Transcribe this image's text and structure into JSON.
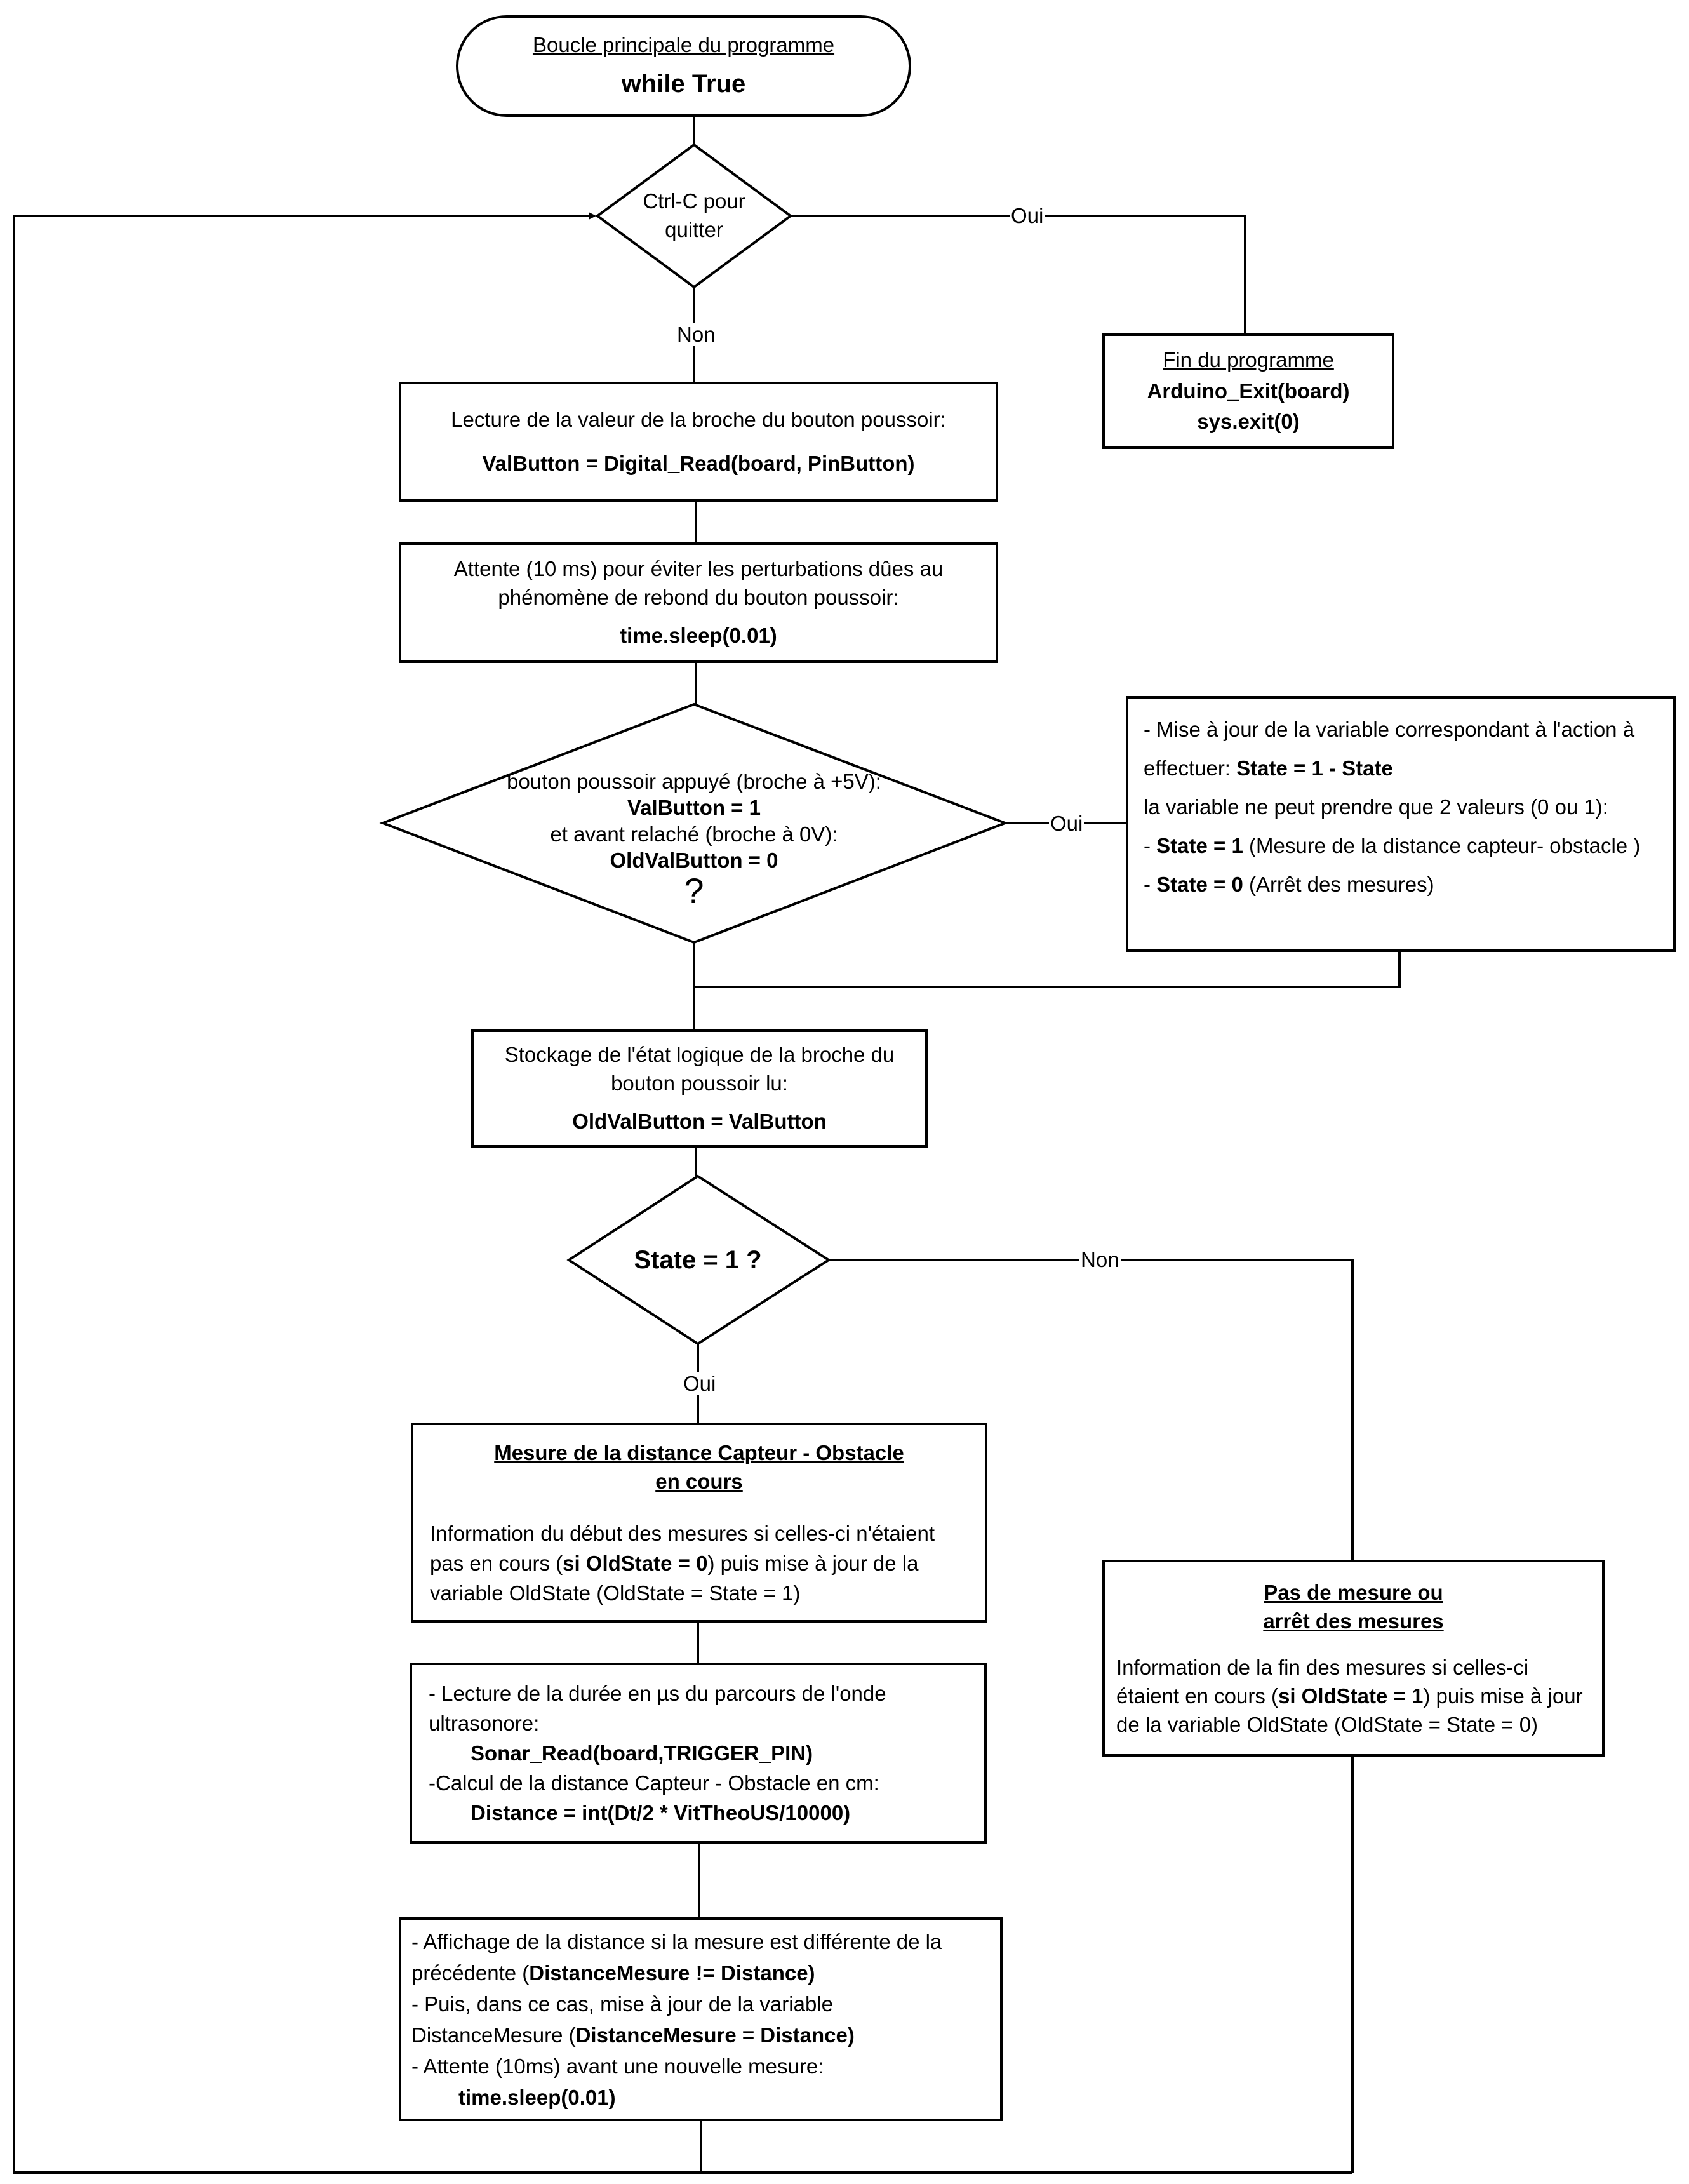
{
  "start": {
    "title": "Boucle principale du programme",
    "code": "while True"
  },
  "decision_quit": {
    "line1": "Ctrl-C pour",
    "line2": "quitter",
    "yes": "Oui",
    "no": "Non"
  },
  "end_box": {
    "title": "Fin du programme",
    "line1": "Arduino_Exit(board)",
    "line2": "sys.exit(0)"
  },
  "read_box": {
    "text": "Lecture de la valeur de la broche du bouton poussoir:",
    "code": "ValButton = Digital_Read(board, PinButton)"
  },
  "wait_box": {
    "line1": "Attente (10 ms) pour éviter les perturbations dûes au",
    "line2": "phénomène de rebond du bouton poussoir:",
    "code": "time.sleep(0.01)"
  },
  "decision_press": {
    "line1": "bouton poussoir appuyé (broche à +5V):",
    "line2": "ValButton = 1",
    "line3": "et avant relaché (broche à 0V):",
    "line4": "OldValButton = 0",
    "q": "?",
    "yes": "Oui"
  },
  "update_box": {
    "l1": "- Mise à jour de la variable correspondant à l'action à",
    "l2a": "effectuer: ",
    "l2b": "State = 1 - State",
    "l3": "la variable ne peut prendre que 2 valeurs (0 ou 1):",
    "l4a": "- ",
    "l4b": "State = 1",
    "l4c": " (Mesure de la distance capteur- obstacle )",
    "l5a": "- ",
    "l5b": "State = 0",
    "l5c": " (Arrêt des mesures)"
  },
  "store_box": {
    "line1": "Stockage de l'état logique de la broche du",
    "line2": "bouton poussoir lu:",
    "code": "OldValButton = ValButton"
  },
  "decision_state": {
    "text": "State = 1 ?",
    "yes": "Oui",
    "no": "Non"
  },
  "measure_box": {
    "title1": "Mesure de la distance Capteur - Obstacle",
    "title2": "en cours",
    "l1": "Information du début des mesures si celles-ci n'étaient",
    "l2a": "pas en cours  (",
    "l2b": "si OldState = 0",
    "l2c": ")  puis mise à jour de la",
    "l3": "variable OldState (OldState = State = 1)"
  },
  "sonar_box": {
    "l1": " - Lecture de la durée en µs du parcours de l'onde",
    "l2": "ultrasonore:",
    "l3": "Sonar_Read(board,TRIGGER_PIN)",
    "l4": "-Calcul de la distance  Capteur - Obstacle en cm:",
    "l5": "Distance = int(Dt/2 * VitTheoUS/10000)"
  },
  "display_box": {
    "l1": "- Affichage de la distance si la mesure est différente de la",
    "l2a": "précédente  (",
    "l2b": "DistanceMesure != Distance)",
    "l3": "- Puis, dans ce cas, mise à jour de la variable",
    "l4a": "DistanceMesure (",
    "l4b": "DistanceMesure = Distance)",
    "l5": "- Attente (10ms) avant une nouvelle mesure:",
    "l6": "time.sleep(0.01)"
  },
  "nomeasure_box": {
    "title1": "Pas de mesure ou",
    "title2": "arrêt des mesures",
    "l1": "Information de la fin des mesures si celles-ci",
    "l2a": "étaient en cours (",
    "l2b": "si OldState = 1",
    "l2c": ")  puis mise à jour",
    "l3": "de la variable OldState (OldState = State = 0)"
  }
}
